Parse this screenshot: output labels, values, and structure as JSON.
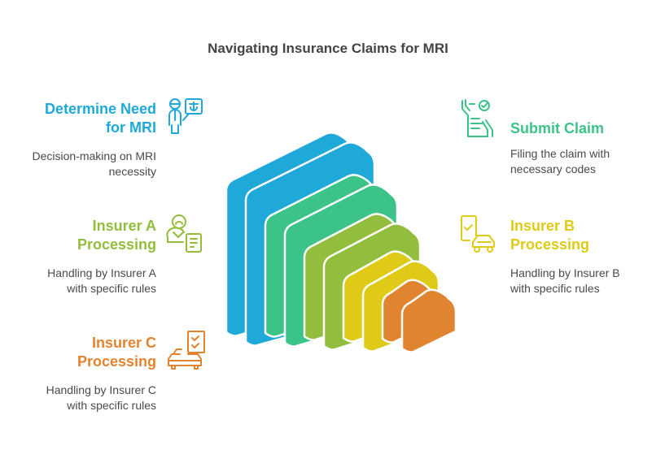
{
  "title": "Navigating Insurance Claims for MRI",
  "colors": {
    "blue": "#1FA9D9",
    "green": "#3CC387",
    "olive": "#93BD3C",
    "yellow": "#DFCA17",
    "orange": "#E08430",
    "text": "#4a4a4a",
    "title": "#444444"
  },
  "steps": [
    {
      "id": "determine-need",
      "heading": "Determine Need for MRI",
      "heading_lines": [
        "Determine Need",
        "for MRI"
      ],
      "description_lines": [
        "Decision-making on MRI",
        "necessity"
      ],
      "icon": "doctor-xray-icon",
      "color": "#1FA9D9",
      "side": "left"
    },
    {
      "id": "submit-claim",
      "heading": "Submit Claim",
      "heading_lines": [
        "Submit Claim"
      ],
      "description_lines": [
        "Filing the claim with",
        "necessary codes"
      ],
      "icon": "hands-document-check-icon",
      "color": "#3CC387",
      "side": "right"
    },
    {
      "id": "insurer-a",
      "heading": "Insurer A Processing",
      "heading_lines": [
        "Insurer A",
        "Processing"
      ],
      "description_lines": [
        "Handling by Insurer A",
        "with specific rules"
      ],
      "icon": "agent-document-icon",
      "color": "#93BD3C",
      "side": "left"
    },
    {
      "id": "insurer-b",
      "heading": "Insurer B Processing",
      "heading_lines": [
        "Insurer B",
        "Processing"
      ],
      "description_lines": [
        "Handling by Insurer B",
        "with specific rules"
      ],
      "icon": "phone-car-icon",
      "color": "#DFCA17",
      "side": "right"
    },
    {
      "id": "insurer-c",
      "heading": "Insurer C Processing",
      "heading_lines": [
        "Insurer C",
        "Processing"
      ],
      "description_lines": [
        "Handling by Insurer C",
        "with specific rules"
      ],
      "icon": "car-checklist-icon",
      "color": "#E08430",
      "side": "left"
    }
  ],
  "stack_layers": [
    {
      "name": "determine-need",
      "color": "#1FA9D9"
    },
    {
      "name": "submit-claim",
      "color": "#3CC387"
    },
    {
      "name": "insurer-a",
      "color": "#93BD3C"
    },
    {
      "name": "insurer-b",
      "color": "#DFCA17"
    },
    {
      "name": "insurer-c",
      "color": "#E08430"
    }
  ]
}
